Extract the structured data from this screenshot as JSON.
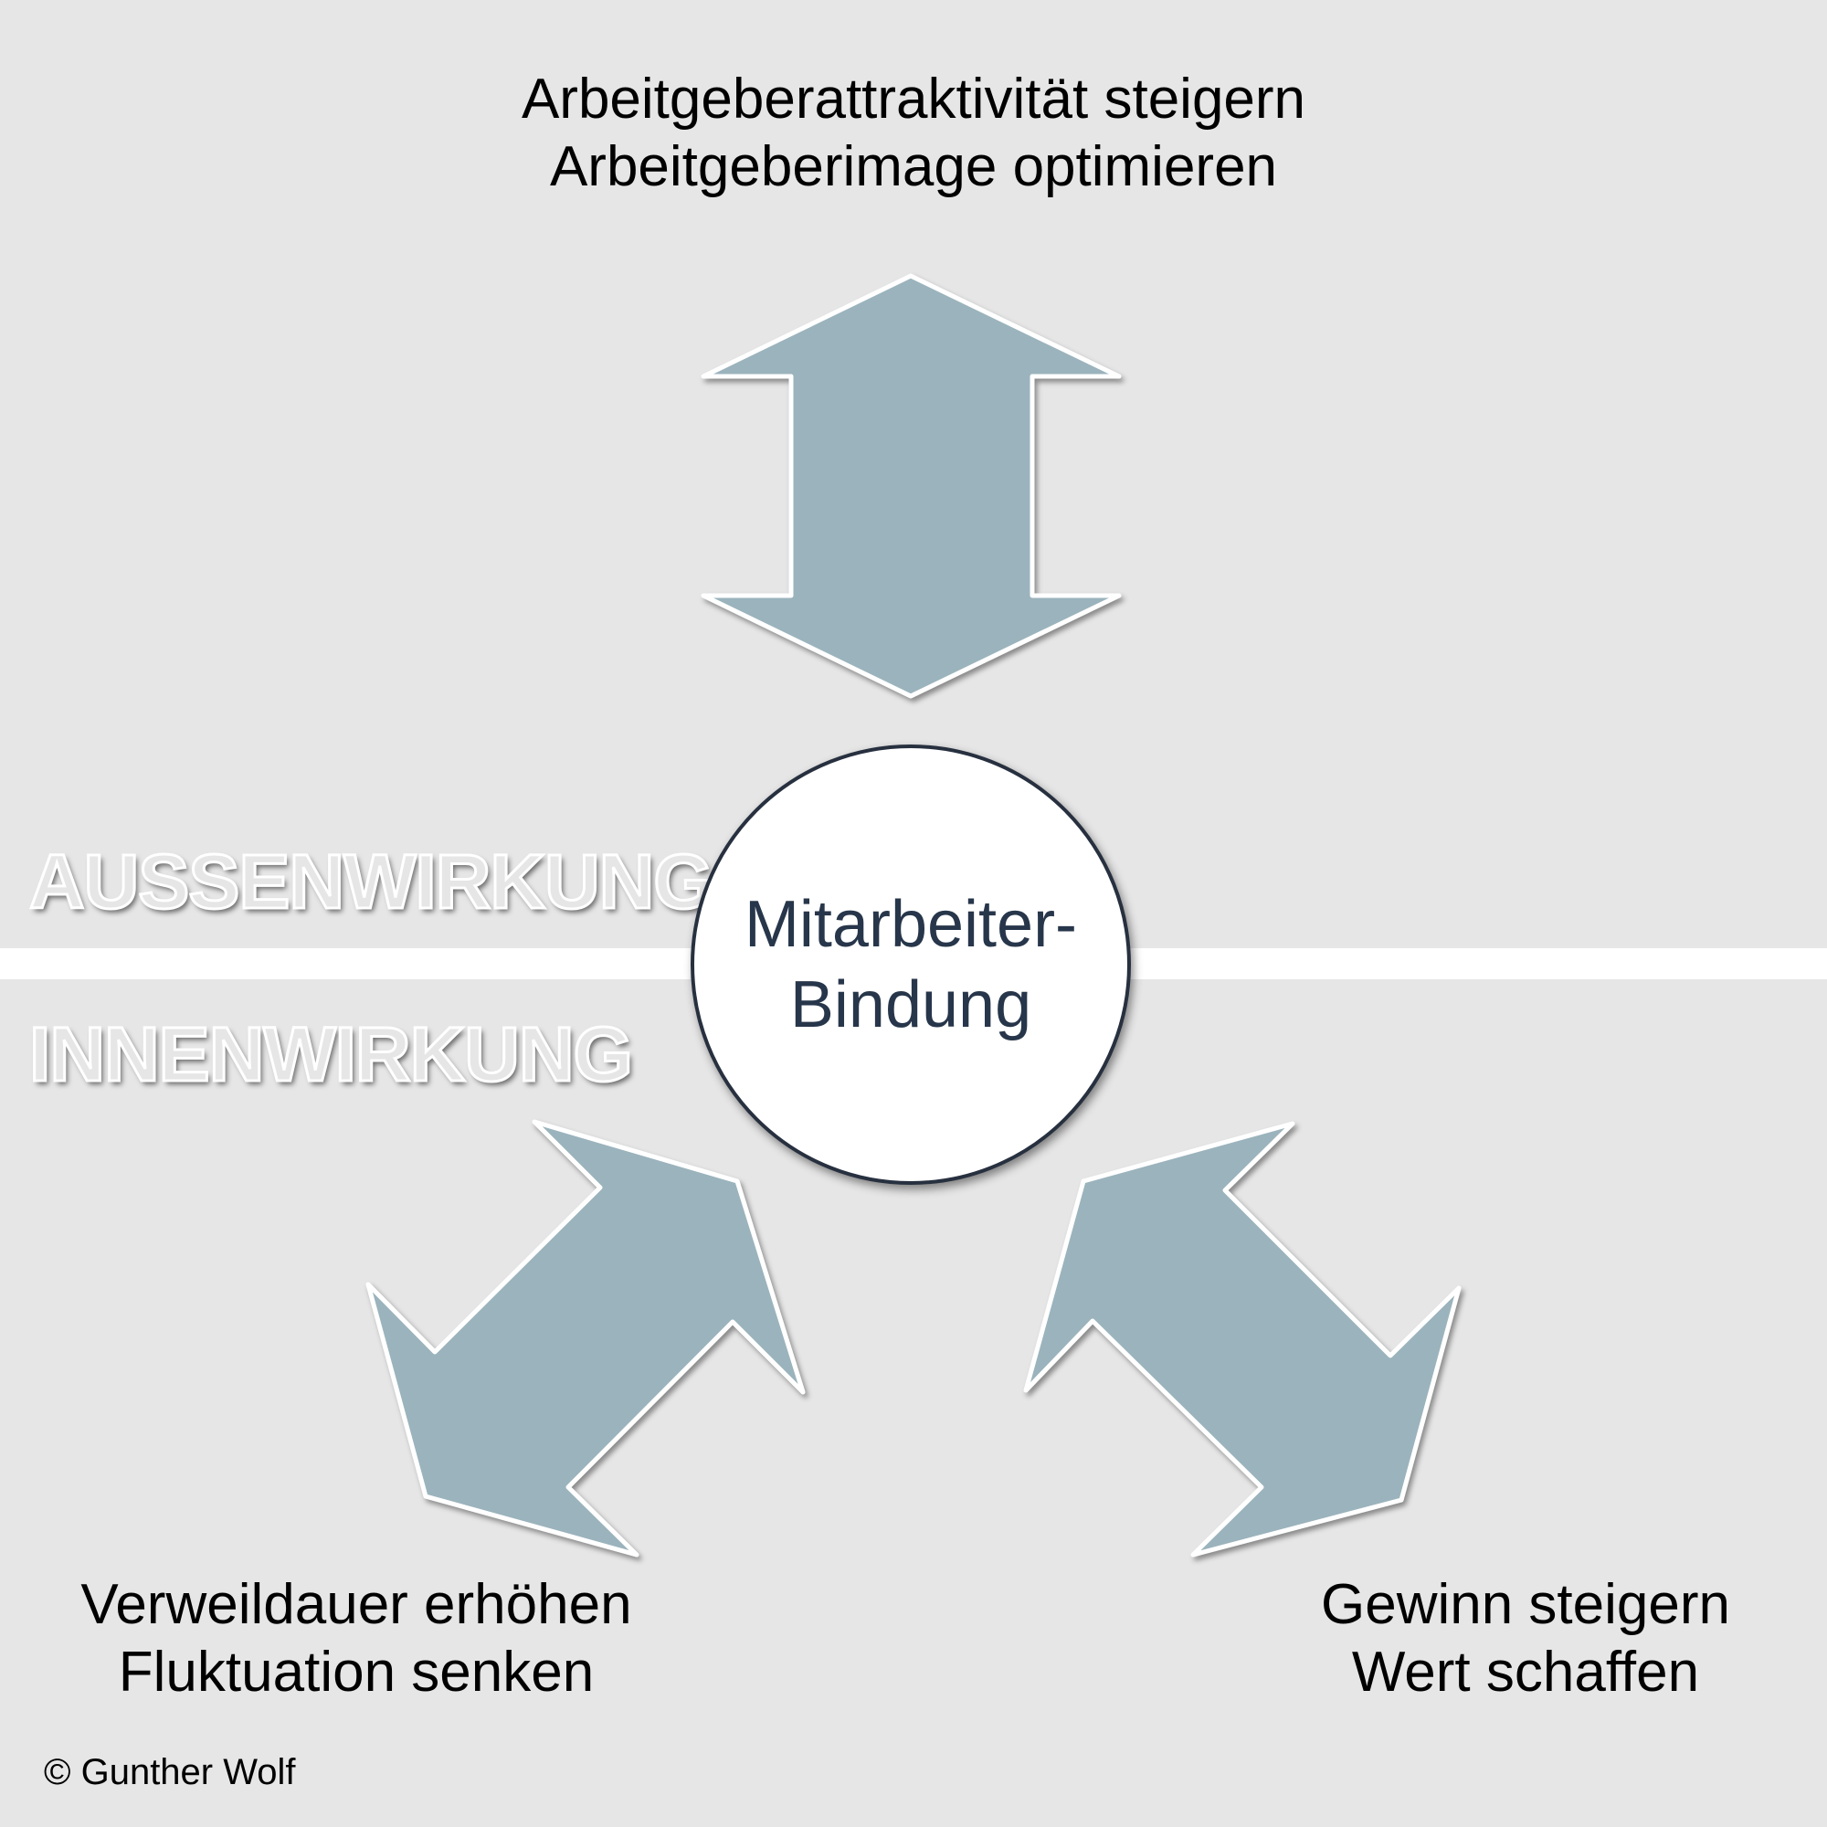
{
  "center": {
    "line1": "Mitarbeiter-",
    "line2": "Bindung"
  },
  "zones": {
    "outer": "AUSSENWIRKUNG",
    "inner": "INNENWIRKUNG"
  },
  "outcomes": {
    "top": {
      "line1": "Arbeitgeberattraktivität steigern",
      "line2": "Arbeitgeberimage optimieren"
    },
    "bottom_left": {
      "line1": "Verweildauer erhöhen",
      "line2": "Fluktuation senken"
    },
    "bottom_right": {
      "line1": "Gewinn steigern",
      "line2": "Wert schaffen"
    }
  },
  "copyright": "© Gunther Wolf",
  "colors": {
    "arrow_fill": "#9bb3bc",
    "arrow_stroke": "#ffffff",
    "background": "#e6e6e6",
    "circle_border": "#27303f",
    "center_text": "#27364a"
  },
  "icons": {
    "arrows": "double-headed-arrow"
  }
}
